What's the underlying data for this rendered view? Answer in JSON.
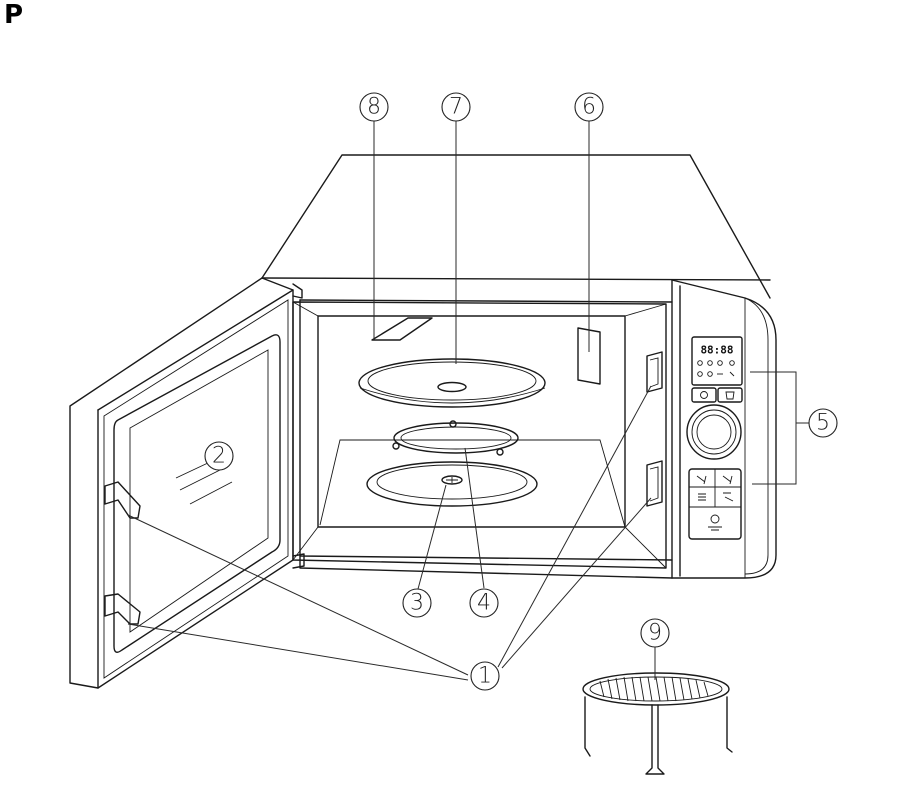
{
  "corner_label": "P",
  "display_readout": "88:88",
  "callouts": [
    {
      "id": "door-safety-lock-system",
      "number": "1"
    },
    {
      "id": "oven-window",
      "number": "2"
    },
    {
      "id": "shaft",
      "number": "3"
    },
    {
      "id": "roller-ring",
      "number": "4"
    },
    {
      "id": "control-panel",
      "number": "5"
    },
    {
      "id": "wave-guide",
      "number": "6"
    },
    {
      "id": "glass-tray",
      "number": "7"
    },
    {
      "id": "grill-heater",
      "number": "8"
    },
    {
      "id": "grill-rack",
      "number": "9"
    }
  ],
  "colors": {
    "line": "#1a1a1a",
    "background": "#ffffff"
  }
}
